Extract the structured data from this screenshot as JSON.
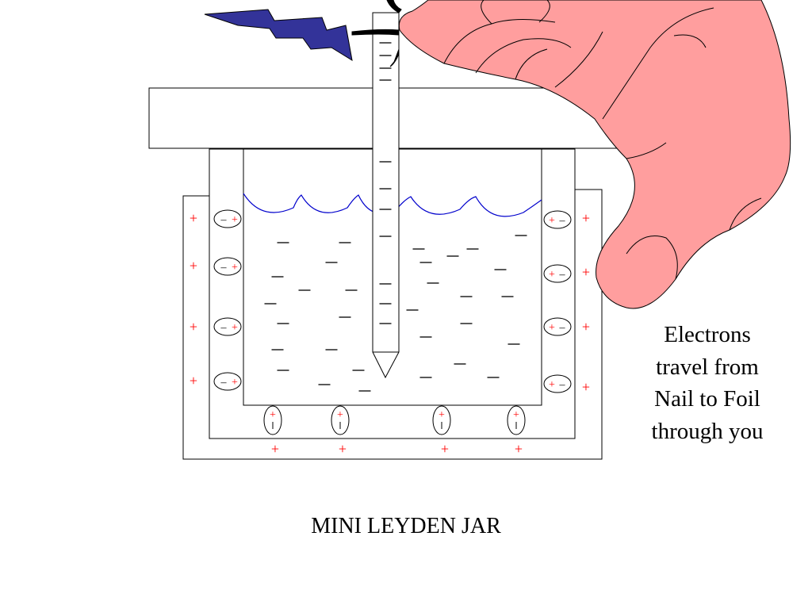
{
  "title": "MINI LEYDEN JAR",
  "caption_lines": [
    "Electrons",
    "travel from",
    "Nail to Foil",
    "through you"
  ],
  "symbols": {
    "positive": "+",
    "negative": "–",
    "electron": "—"
  },
  "colors": {
    "positive_charge": "#ff0000",
    "water_line": "#0000cc",
    "spark": "#333399",
    "hand": "#ff9e9e",
    "outline": "#000000",
    "background": "#ffffff"
  },
  "icons": {
    "spark": "lightning-bolt-icon",
    "hand": "hand-icon"
  }
}
